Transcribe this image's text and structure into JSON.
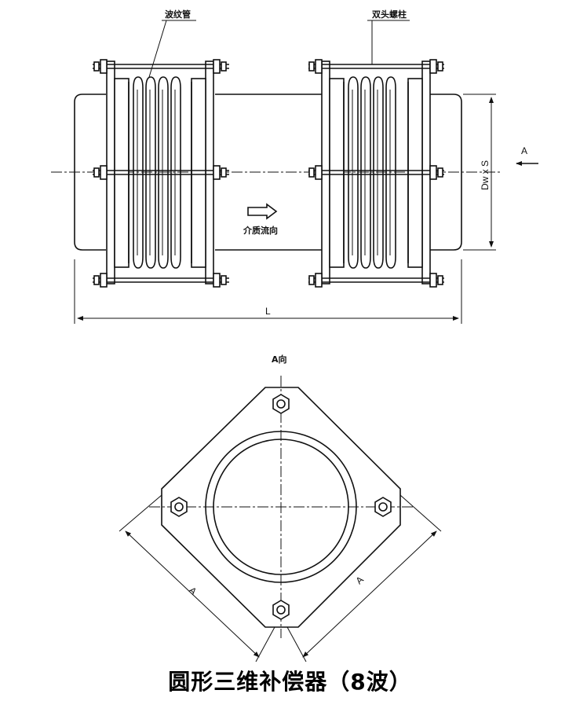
{
  "labels": {
    "bellows": "波纹管",
    "stud_bolt": "双头螺柱",
    "flow": "介质流向",
    "view_arrow": "A",
    "diameter": "Dw x S",
    "length": "L",
    "view_title": "A向",
    "side_a_left": "A",
    "side_a_right": "A"
  },
  "caption": "圆形三维补偿器（8波）"
}
